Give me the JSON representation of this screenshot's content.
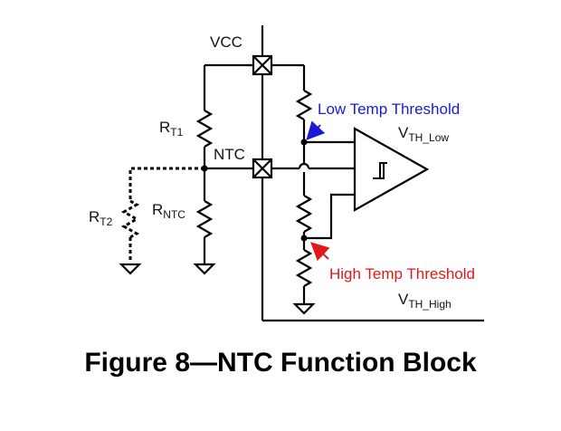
{
  "labels": {
    "vcc": "VCC",
    "ntc": "NTC",
    "rt1_main": "R",
    "rt1_sub": "T1",
    "rt2_main": "R",
    "rt2_sub": "T2",
    "rntc_main": "R",
    "rntc_sub": "NTC",
    "low_temp": "Low Temp Threshold",
    "vth_low_main": "V",
    "vth_low_sub": "TH_Low",
    "high_temp": "High Temp Threshold",
    "vth_high_main": "V",
    "vth_high_sub": "TH_High"
  },
  "caption": "Figure 8—NTC Function Block",
  "colors": {
    "low_temp": "#1a1ad6",
    "high_temp": "#e01818",
    "wire": "#000000"
  },
  "icons": {
    "comparator": "schmitt-trigger-comparator",
    "ground": "ground-symbol",
    "pin": "pin-box-x"
  }
}
